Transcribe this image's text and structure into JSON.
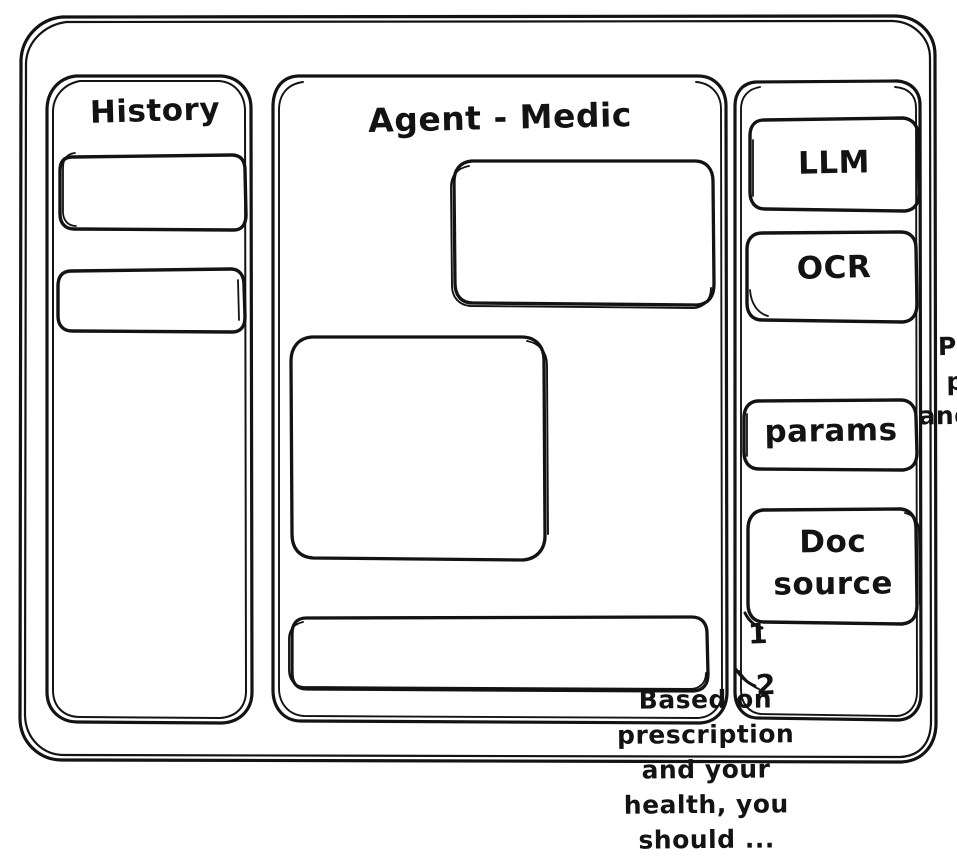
{
  "window": {
    "name": "agent-wireframe-window"
  },
  "sidebar": {
    "title": "History",
    "items": [
      {
        "label": "",
        "name": "history-item-1"
      },
      {
        "label": "",
        "name": "history-item-2"
      }
    ]
  },
  "main": {
    "title": "Agent - Medic",
    "messages": [
      {
        "role": "user",
        "text": "Pls check the\nprescription\nand recommend"
      },
      {
        "role": "agent",
        "text": "Based on\nprescription\nand your\nhealth, you\nshould ..."
      }
    ],
    "composer": {
      "value": "",
      "placeholder": ""
    }
  },
  "tools": {
    "buttons": [
      {
        "label": "LLM",
        "name": "tool-button-llm"
      },
      {
        "label": "OCR",
        "name": "tool-button-ocr"
      },
      {
        "label": "params",
        "name": "tool-button-params"
      }
    ],
    "doc_source": {
      "label": "Doc\nsource",
      "items": [
        "1",
        "2"
      ]
    }
  },
  "colors": {
    "ink": "#131313",
    "paper": "#ffffff"
  }
}
